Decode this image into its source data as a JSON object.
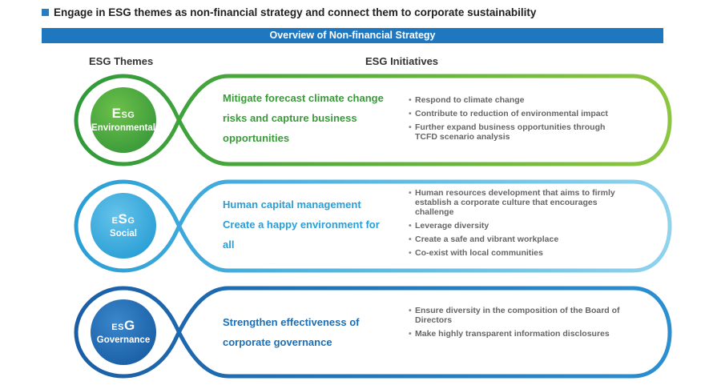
{
  "headline": "Engage in ESG themes as non-financial strategy and connect them to corporate sustainability",
  "banner": "Overview of Non-financial Strategy",
  "columns": {
    "themes": "ESG Themes",
    "initiatives": "ESG Initiatives"
  },
  "colors": {
    "environmental": "#4fae3c",
    "social": "#3aa8d8",
    "governance": "#1c6eb4",
    "banner": "#1f77c0"
  },
  "rows": [
    {
      "esg_letters": [
        "E",
        "SG"
      ],
      "name": "Environmental",
      "strategy": "Mitigate forecast climate change risks and capture business opportunities",
      "initiatives": [
        "Respond to climate change",
        "Contribute to reduction of environmental impact",
        "Further expand business opportunities through TCFD scenario analysis"
      ]
    },
    {
      "esg_letters": [
        "E",
        "S",
        "G"
      ],
      "name": "Social",
      "strategy": "Human capital management Create a happy environment for all",
      "initiatives": [
        "Human resources development that aims to firmly establish a corporate culture that encourages challenge",
        "Leverage diversity",
        "Create a safe and vibrant workplace",
        "Co-exist with local communities"
      ]
    },
    {
      "esg_letters": [
        "ES",
        "G"
      ],
      "name": "Governance",
      "strategy": "Strengthen effectiveness of corporate governance",
      "initiatives": [
        "Ensure diversity in the composition of the Board of Directors",
        "Make highly transparent information disclosures"
      ]
    }
  ]
}
